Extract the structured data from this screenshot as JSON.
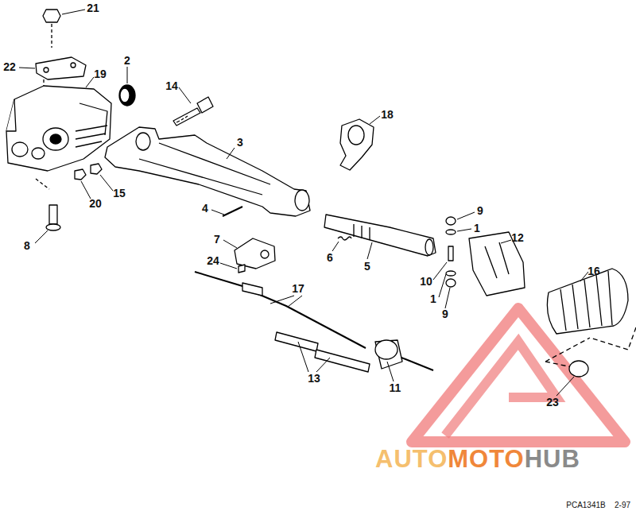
{
  "diagram": {
    "labels": [
      "21",
      "22",
      "19",
      "2",
      "14",
      "3",
      "18",
      "8",
      "20",
      "15",
      "4",
      "7",
      "24",
      "6",
      "5",
      "9",
      "1",
      "12",
      "16",
      "10",
      "1",
      "9",
      "17",
      "13",
      "11",
      "23",
      "AUTO",
      "MOTO",
      "HUB",
      "PCA1341B",
      "2-97"
    ]
  }
}
